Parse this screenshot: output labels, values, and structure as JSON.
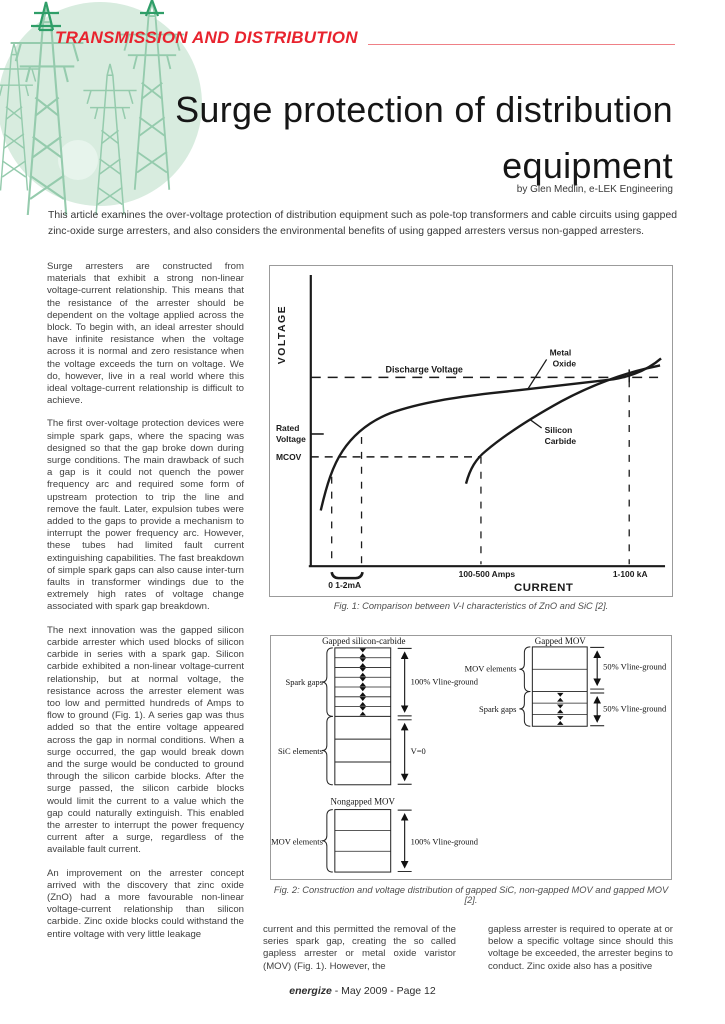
{
  "header": {
    "section": "TRANSMISSION AND DISTRIBUTION"
  },
  "title": {
    "line1": "Surge protection of distribution",
    "line2": "equipment",
    "byline": "by Glen Medlin, e-LEK Engineering"
  },
  "intro": "This article examines the over-voltage protection of distribution equipment such as pole-top transformers and cable circuits using gapped zinc-oxide surge arresters, and also considers the environmental benefits of using gapped arresters versus non-gapped arresters.",
  "body": {
    "left": [
      "Surge arresters are constructed from materials that exhibit a strong non-linear voltage-current relationship. This means that the resistance of the arrester should be dependent on the voltage applied across the block. To begin with, an ideal arrester should have infinite resistance when the voltage across it is normal and zero resistance when the voltage exceeds the turn on voltage. We do, however, live in a real world where this ideal voltage-current relationship is difficult to achieve.",
      "The first over-voltage protection devices were simple spark gaps, where the spacing was designed so that the gap broke down during surge conditions. The main drawback of such a gap is it could not quench the power frequency arc and required some form of upstream protection to trip the line and remove the fault. Later, expulsion tubes were added to the gaps to provide a mechanism to interrupt the power frequency arc. However, these tubes had limited fault current extinguishing capabilities. The fast breakdown of simple spark gaps can also cause inter-turn faults in transformer windings due to the extremely high rates of voltage change associated with spark gap breakdown.",
      "The next innovation was the gapped silicon carbide arrester which used blocks of silicon carbide in series with a spark gap. Silicon carbide exhibited a non-linear voltage-current relationship, but at normal voltage, the resistance across the arrester element was too low and permitted hundreds of Amps to flow to ground (Fig. 1). A series gap was thus added so that the entire voltage appeared across the gap in normal conditions. When a surge occurred, the gap would break down and the surge would be conducted to ground through the silicon carbide blocks. After the surge passed, the silicon carbide blocks would limit the current to a value which the gap could naturally extinguish. This enabled the arrester to interrupt the power frequency current after a surge, regardless of the available fault current.",
      "An improvement on the arrester concept arrived with the discovery that zinc oxide (ZnO) had a more favourable non-linear voltage-current relationship than silicon carbide. Zinc oxide blocks could withstand the entire voltage with very little leakage"
    ],
    "middle": "current and this permitted the removal of the series spark gap, creating the so called gapless arrester or metal oxide varistor (MOV) (Fig. 1). However, the",
    "right": "gapless arrester is required to operate at or below a specific voltage since should this voltage be exceeded, the arrester begins to conduct. Zinc oxide also has a positive"
  },
  "fig1": {
    "caption": "Fig. 1: Comparison between V-I characteristics of ZnO and SiC [2].",
    "y_axis": "VOLTAGE",
    "x_axis": "CURRENT",
    "discharge": "Discharge Voltage",
    "rated1": "Rated",
    "rated2": "Voltage",
    "mcov": "MCOV",
    "metal1": "Metal",
    "metal2": "Oxide",
    "sic1": "Silicon",
    "sic2": "Carbide",
    "x_tick1": "0 1-2mA",
    "x_tick2": "100-500 Amps",
    "x_tick3": "1-100 kA"
  },
  "fig2": {
    "caption": "Fig. 2: Construction and voltage distribution of gapped SiC, non-gapped MOV and gapped MOV [2].",
    "gsc_title": "Gapped silicon-carbide",
    "gmov_title": "Gapped MOV",
    "ngmov_title": "Nongapped MOV",
    "spark_gaps": "Spark gaps",
    "sic_elements": "SiC elements",
    "mov_elements": "MOV elements",
    "v100": "100% Vline-ground",
    "v50": "50% Vline-ground",
    "v0": "V=0"
  },
  "footer": {
    "journal": "energize",
    "rest": " - May 2009 - Page 12"
  }
}
